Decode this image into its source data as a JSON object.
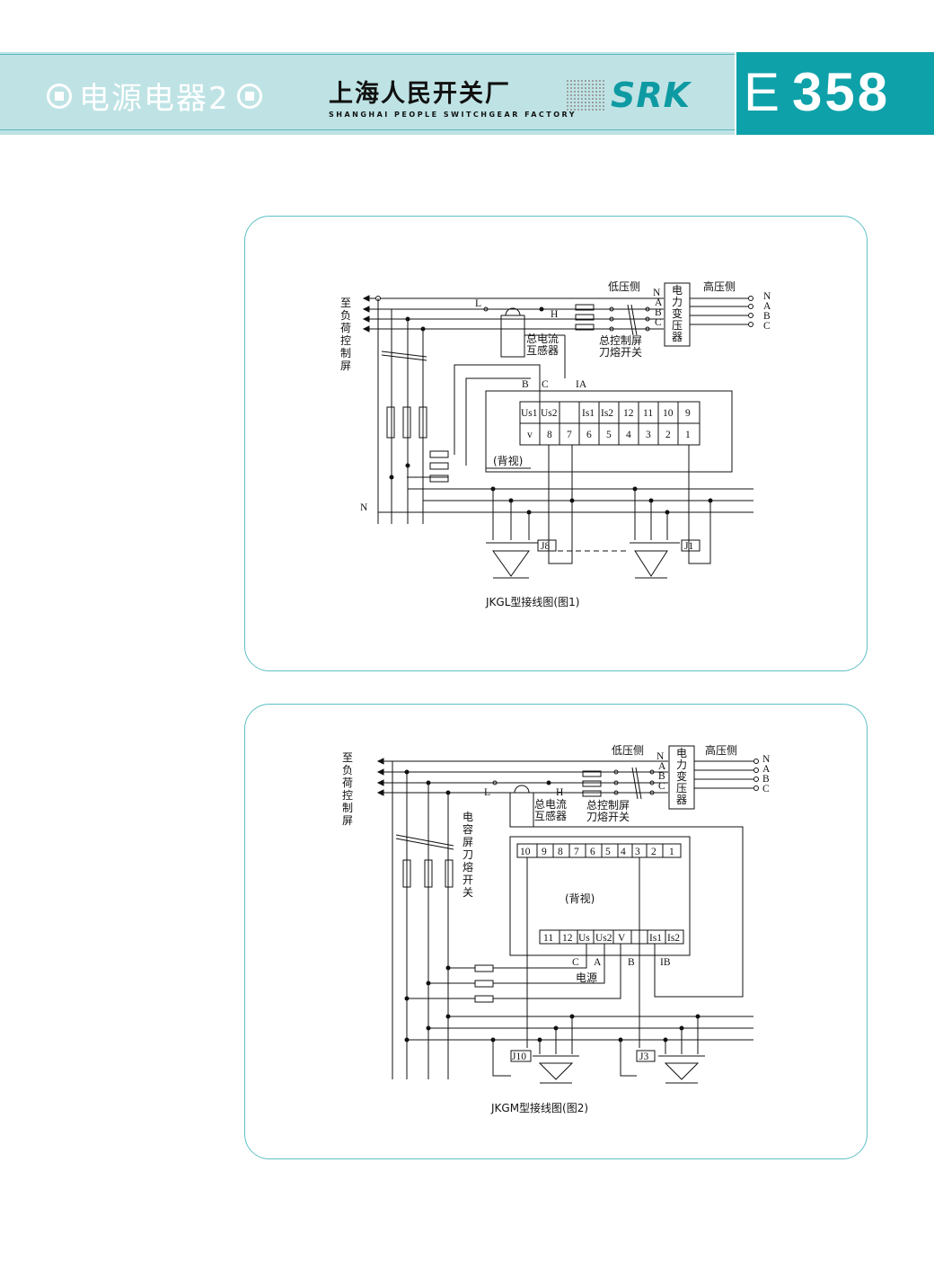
{
  "header": {
    "series_title": "电源电器2",
    "company_cn": "上海人民开关厂",
    "company_en": "SHANGHAI PEOPLE SWITCHGEAR FACTORY",
    "brand": "SRK",
    "page_prefix": "E",
    "page_number": "358"
  },
  "colors": {
    "teal": "#0ea1a9",
    "light_teal": "#bfe3e5",
    "panel_border": "#5fc0c5"
  },
  "diagram1": {
    "caption": "JKGL型接线图(图1)",
    "load_label": "至负荷控制屏",
    "low_side": "低压侧",
    "high_side": "高压侧",
    "transformer": "电力变压器",
    "ct": "总电流互感器",
    "main_switch": [
      "总控制屏",
      "刀熔开关"
    ],
    "rear_view": "(背视)",
    "neutral": "N",
    "L": "L",
    "H": "H",
    "phases_low": [
      "N",
      "A",
      "B",
      "C"
    ],
    "phases_high": [
      "N",
      "A",
      "B",
      "C"
    ],
    "top_terminals": [
      "Us1",
      "Us2",
      "Is1",
      "Is2",
      "",
      "12",
      "11",
      "10",
      "9"
    ],
    "bottom_terminals": [
      "v",
      "8",
      "7",
      "6",
      "5",
      "4",
      "3",
      "2",
      "1"
    ],
    "wire_labels": [
      "B",
      "C",
      "IA"
    ],
    "relays": [
      "J8",
      "J1"
    ]
  },
  "diagram2": {
    "caption": "JKGM型接线图(图2)",
    "load_label": "至负荷控制屏",
    "cap_switch": "电容屏刀熔开关",
    "low_side": "低压侧",
    "high_side": "高压侧",
    "transformer": "电力变压器",
    "ct": "总电流互感器",
    "main_switch": [
      "总控制屏",
      "刀熔开关"
    ],
    "rear_view": "(背视)",
    "L": "L",
    "H": "H",
    "phases_low": [
      "N",
      "A",
      "B",
      "C"
    ],
    "phases_high": [
      "N",
      "A",
      "B",
      "C"
    ],
    "top_terminals": [
      "10",
      "9",
      "8",
      "7",
      "6",
      "5",
      "4",
      "3",
      "2",
      "1"
    ],
    "bottom_terminals": [
      "11",
      "12",
      "Us",
      "Us2",
      "V",
      "",
      "Is1",
      "Is2"
    ],
    "wire_labels": [
      "C",
      "A",
      "B",
      "IB"
    ],
    "power_label": "电源",
    "relays": [
      "J10",
      "J3"
    ]
  }
}
